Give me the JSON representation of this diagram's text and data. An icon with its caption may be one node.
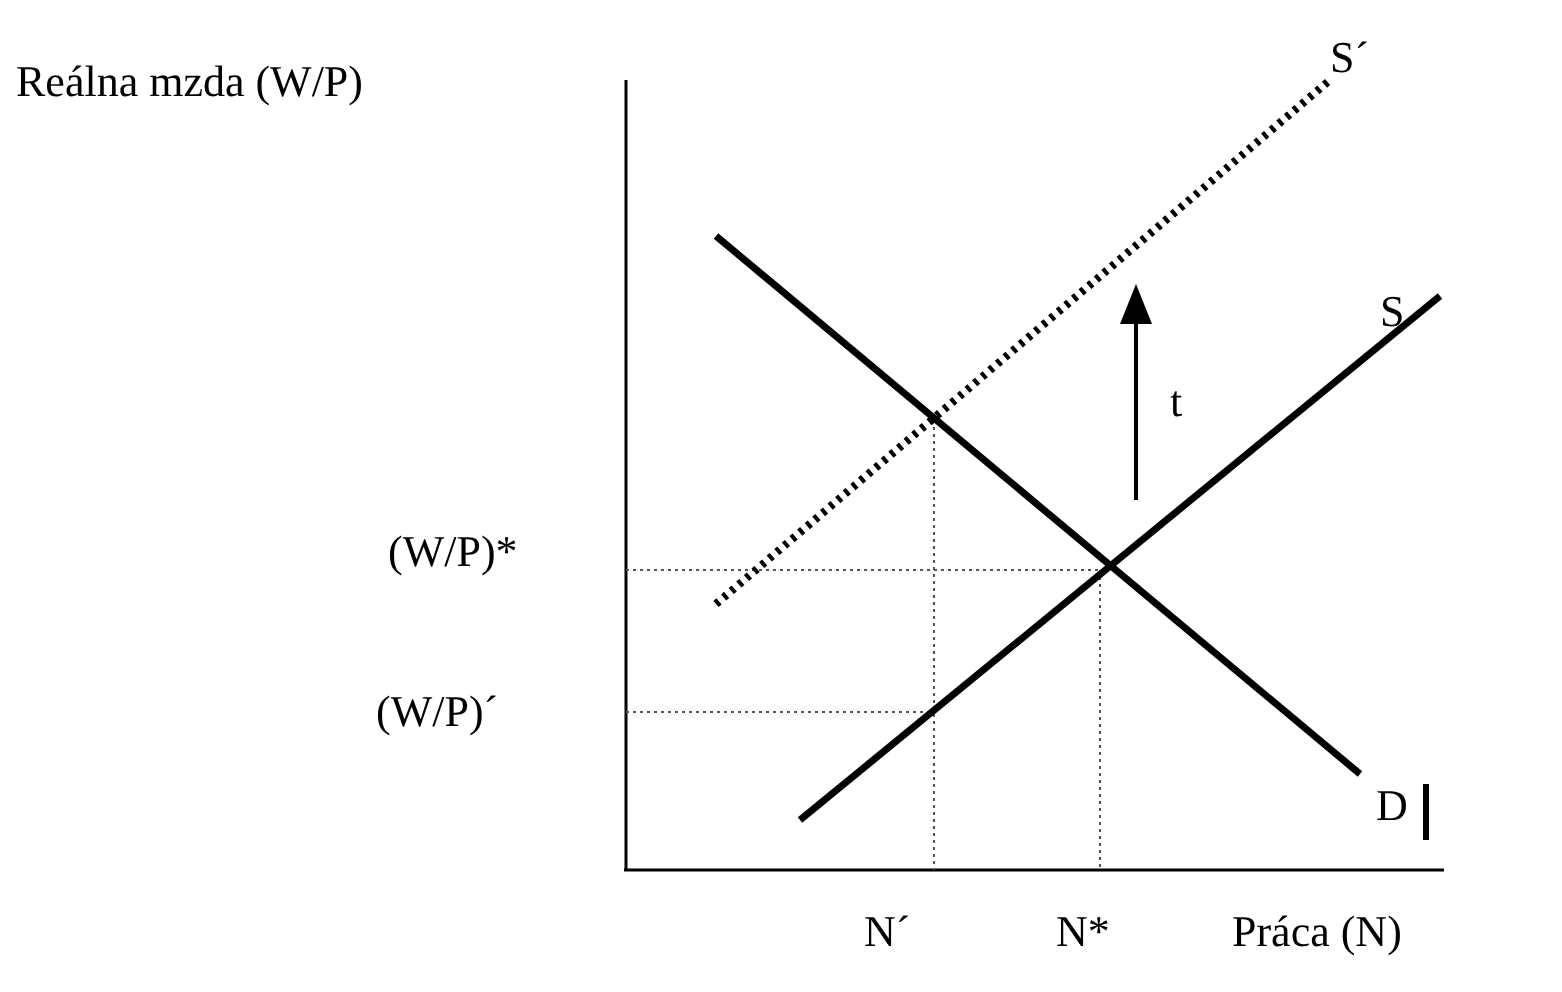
{
  "diagram": {
    "labels": [
      "Reálna mzda (W/P)",
      "S´",
      "S",
      "t",
      "(W/P)*",
      "(W/P)´",
      "D",
      "N´",
      "N*",
      "Práca (N)"
    ]
  }
}
